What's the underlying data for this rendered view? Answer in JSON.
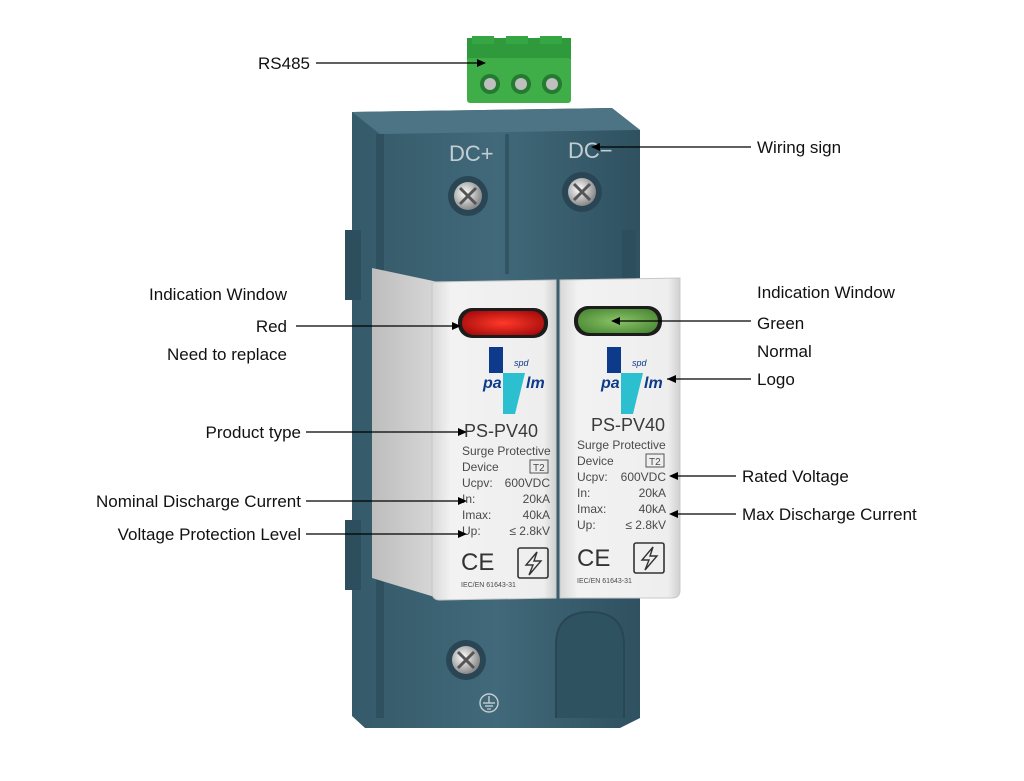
{
  "callouts": {
    "rs485": "RS485",
    "wiring_sign": "Wiring sign",
    "indication_window_left": "Indication Window",
    "red": "Red",
    "need_to_replace": "Need to replace",
    "indication_window_right": "Indication Window",
    "green": "Green",
    "normal": "Normal",
    "logo": "Logo",
    "product_type": "Product type",
    "rated_voltage": "Rated Voltage",
    "nominal_discharge_current": "Nominal Discharge Current",
    "max_discharge_current": "Max Discharge Current",
    "voltage_protection_level": "Voltage Protection Level"
  },
  "device": {
    "dc_plus": "DC+",
    "dc_minus": "DC−",
    "modules": [
      {
        "logo_spd": "spd",
        "logo_pa": "pa",
        "logo_lm": "lm",
        "model": "PS-PV40",
        "line1": "Surge Protective",
        "line2": "Device",
        "class": "T2",
        "specs": [
          {
            "label": "Ucpv:",
            "value": "600VDC"
          },
          {
            "label": "In:",
            "value": "20kA"
          },
          {
            "label": "Imax:",
            "value": "40kA"
          },
          {
            "label": "Up:",
            "value": "≤  2.8kV"
          }
        ],
        "ce": "CE",
        "standard": "IEC/EN 61643-31",
        "window_color": "#d11515"
      },
      {
        "logo_spd": "spd",
        "logo_pa": "pa",
        "logo_lm": "lm",
        "model": "PS-PV40",
        "line1": "Surge Protective",
        "line2": "Device",
        "class": "T2",
        "specs": [
          {
            "label": "Ucpv:",
            "value": "600VDC"
          },
          {
            "label": "In:",
            "value": "20kA"
          },
          {
            "label": "Imax:",
            "value": "40kA"
          },
          {
            "label": "Up:",
            "value": "≤  2.8kV"
          }
        ],
        "ce": "CE",
        "standard": "IEC/EN 61643-31",
        "window_color": "#6aa848"
      }
    ]
  },
  "colors": {
    "housing": "#3e6474",
    "housing_dark": "#2c4c59",
    "terminal_green": "#3fae48",
    "module_face": "#ececec",
    "logo_blue": "#0d3a8a",
    "logo_cyan": "#2bbfd0"
  },
  "icons": [
    "screw-icon",
    "ground-icon",
    "ce-mark-icon",
    "lightning-icon"
  ]
}
